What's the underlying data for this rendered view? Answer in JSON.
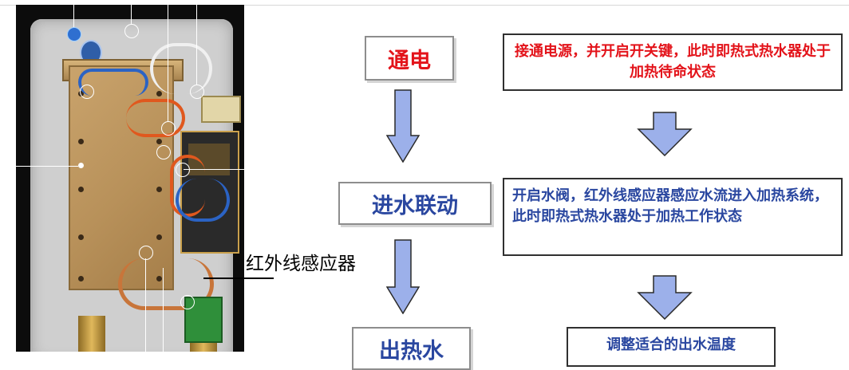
{
  "photo": {
    "sensor_label": "红外线感应器"
  },
  "flow": {
    "steps": [
      {
        "label": "通电",
        "description": "接通电源，并开启开关键，此时即热式热水器处于加热待命状态"
      },
      {
        "label": "进水联动",
        "description": "开启水阀，红外线感应器感应水流进入加热系统，此时即热式热水器处于加热工作状态"
      },
      {
        "label": "出热水",
        "description": "调整适合的出水温度"
      }
    ]
  },
  "colors": {
    "step1_text": "#e3131a",
    "step_text": "#2a47a0",
    "arrow_fill": "#9cb0ea",
    "arrow_stroke": "#2a2a2a"
  }
}
